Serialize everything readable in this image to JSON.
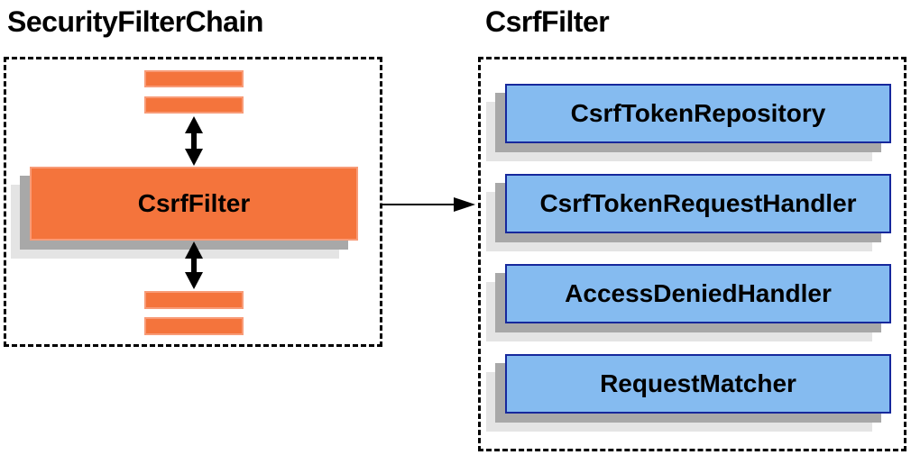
{
  "diagram": {
    "left_panel": {
      "title": "SecurityFilterChain",
      "filter_node_label": "CsrfFilter"
    },
    "right_panel": {
      "title": "CsrfFilter",
      "components": [
        {
          "label": "CsrfTokenRepository"
        },
        {
          "label": "CsrfTokenRequestHandler"
        },
        {
          "label": "AccessDeniedHandler"
        },
        {
          "label": "RequestMatcher"
        }
      ]
    },
    "colors": {
      "orange_fill": "#F4743C",
      "orange_border": "#F89B77",
      "blue_fill": "#85BBF0",
      "blue_border": "#16289C",
      "shadow_dark": "#A8A8A8",
      "shadow_light": "#E4E4E4",
      "arrow": "#000000",
      "text": "#000000"
    }
  }
}
